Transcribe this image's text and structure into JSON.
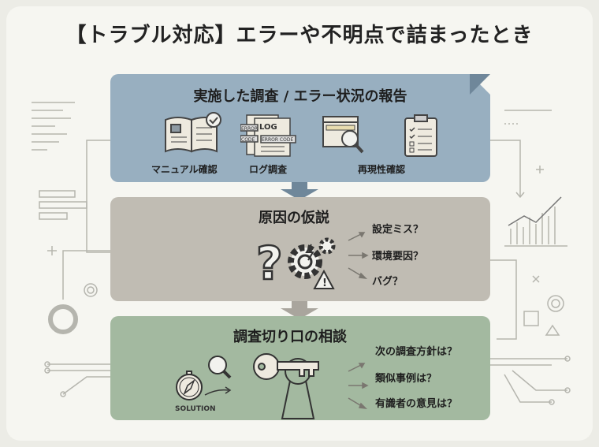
{
  "title": "【トラブル対応】エラーや不明点で詰まったとき",
  "sections": [
    {
      "heading": "実施した調査 / エラー状況の報告",
      "items": [
        {
          "label": "マニュアル確認",
          "icon": "manual-book-icon"
        },
        {
          "label": "ログ調査",
          "icon": "log-file-icon",
          "icon_text": [
            "LOG",
            "ERROR",
            "CODE",
            "ERROR CODE"
          ]
        },
        {
          "label": "再現性確認",
          "icon": "browser-magnifier-icon"
        },
        {
          "label": "",
          "icon": "checklist-clipboard-icon"
        }
      ],
      "color": "#98afc0"
    },
    {
      "heading": "原因の仮説",
      "hypotheses": [
        "設定ミス？",
        "環境要因？",
        "バグ？"
      ],
      "color": "#c0bcb3"
    },
    {
      "heading": "調査切り口の相談",
      "questions": [
        "次の調査方針は？",
        "類似事例は？",
        "有識者の意見は？"
      ],
      "icon_text": "SOLUTION",
      "color": "#a3b9a0"
    }
  ]
}
